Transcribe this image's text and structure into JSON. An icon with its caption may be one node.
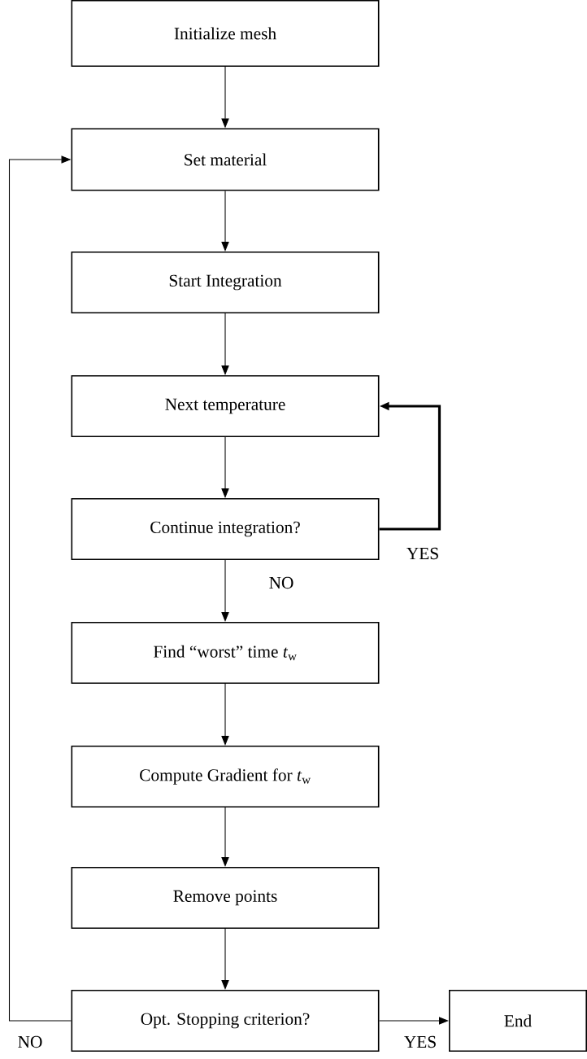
{
  "diagram": {
    "nodes": [
      {
        "text": [
          "Initialize mesh"
        ]
      },
      {
        "text": [
          "Set material"
        ]
      },
      {
        "text": [
          "Start Integration"
        ]
      },
      {
        "text": [
          "Next temperature"
        ]
      },
      {
        "text": [
          "Continue integration?"
        ]
      },
      {
        "text": [
          "Find “worst” time *t*$_{w}$"
        ]
      },
      {
        "text": [
          "Compute Gradient for *t*$_{w}$"
        ]
      },
      {
        "text": [
          "Remove points"
        ]
      },
      {
        "text": [
          "Opt. Stopping criterion?"
        ]
      },
      {
        "text": [
          "End"
        ]
      }
    ],
    "edges": [
      {
        "from": 0,
        "to": 1,
        "arrow": "to"
      },
      {
        "from": 1,
        "to": 2,
        "arrow": "to"
      },
      {
        "from": 2,
        "to": 3,
        "arrow": "to"
      },
      {
        "from": 3,
        "to": 4,
        "arrow": "to"
      },
      {
        "from": 4,
        "to": 3,
        "arrow": "to",
        "label": "YES",
        "style": "thick"
      },
      {
        "from": 4,
        "to": 5,
        "arrow": "to",
        "label": "NO"
      },
      {
        "from": 5,
        "to": 6,
        "arrow": "to"
      },
      {
        "from": 6,
        "to": 7,
        "arrow": "to"
      },
      {
        "from": 7,
        "to": 8,
        "arrow": "to"
      },
      {
        "from": 8,
        "to": 9,
        "arrow": "to",
        "label": "YES"
      },
      {
        "from": 8,
        "to": 1,
        "arrow": "to",
        "label": "NO"
      }
    ]
  }
}
